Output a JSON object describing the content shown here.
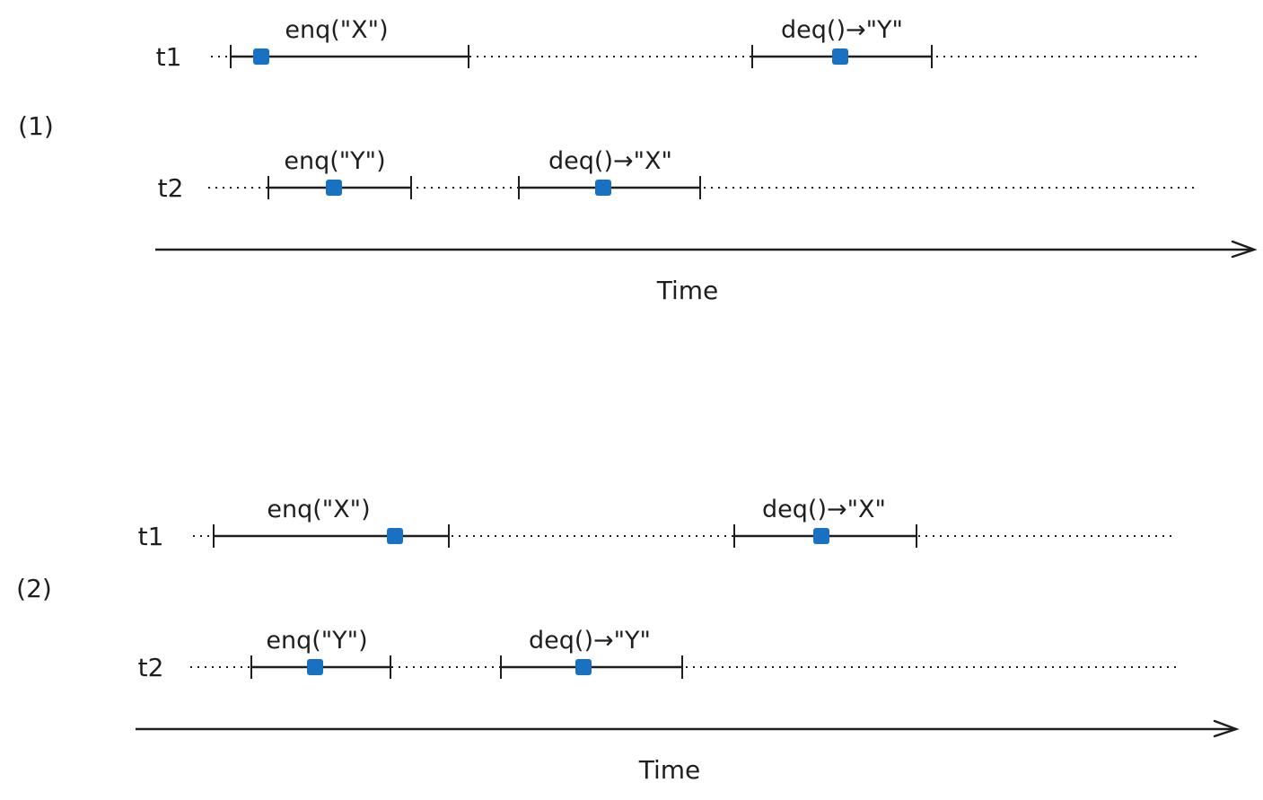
{
  "colors": {
    "ink": "#1e1e1e",
    "point": "#1971c2"
  },
  "diagrams": [
    {
      "label": "(1)",
      "axis_label": "Time",
      "threads": [
        {
          "name": "t1",
          "ops": [
            {
              "text": "enq(\"X\")"
            },
            {
              "text": "deq()→\"Y\""
            }
          ]
        },
        {
          "name": "t2",
          "ops": [
            {
              "text": "enq(\"Y\")"
            },
            {
              "text": "deq()→\"X\""
            }
          ]
        }
      ]
    },
    {
      "label": "(2)",
      "axis_label": "Time",
      "threads": [
        {
          "name": "t1",
          "ops": [
            {
              "text": "enq(\"X\")"
            },
            {
              "text": "deq()→\"X\""
            }
          ]
        },
        {
          "name": "t2",
          "ops": [
            {
              "text": "enq(\"Y\")"
            },
            {
              "text": "deq()→\"Y\""
            }
          ]
        }
      ]
    }
  ]
}
